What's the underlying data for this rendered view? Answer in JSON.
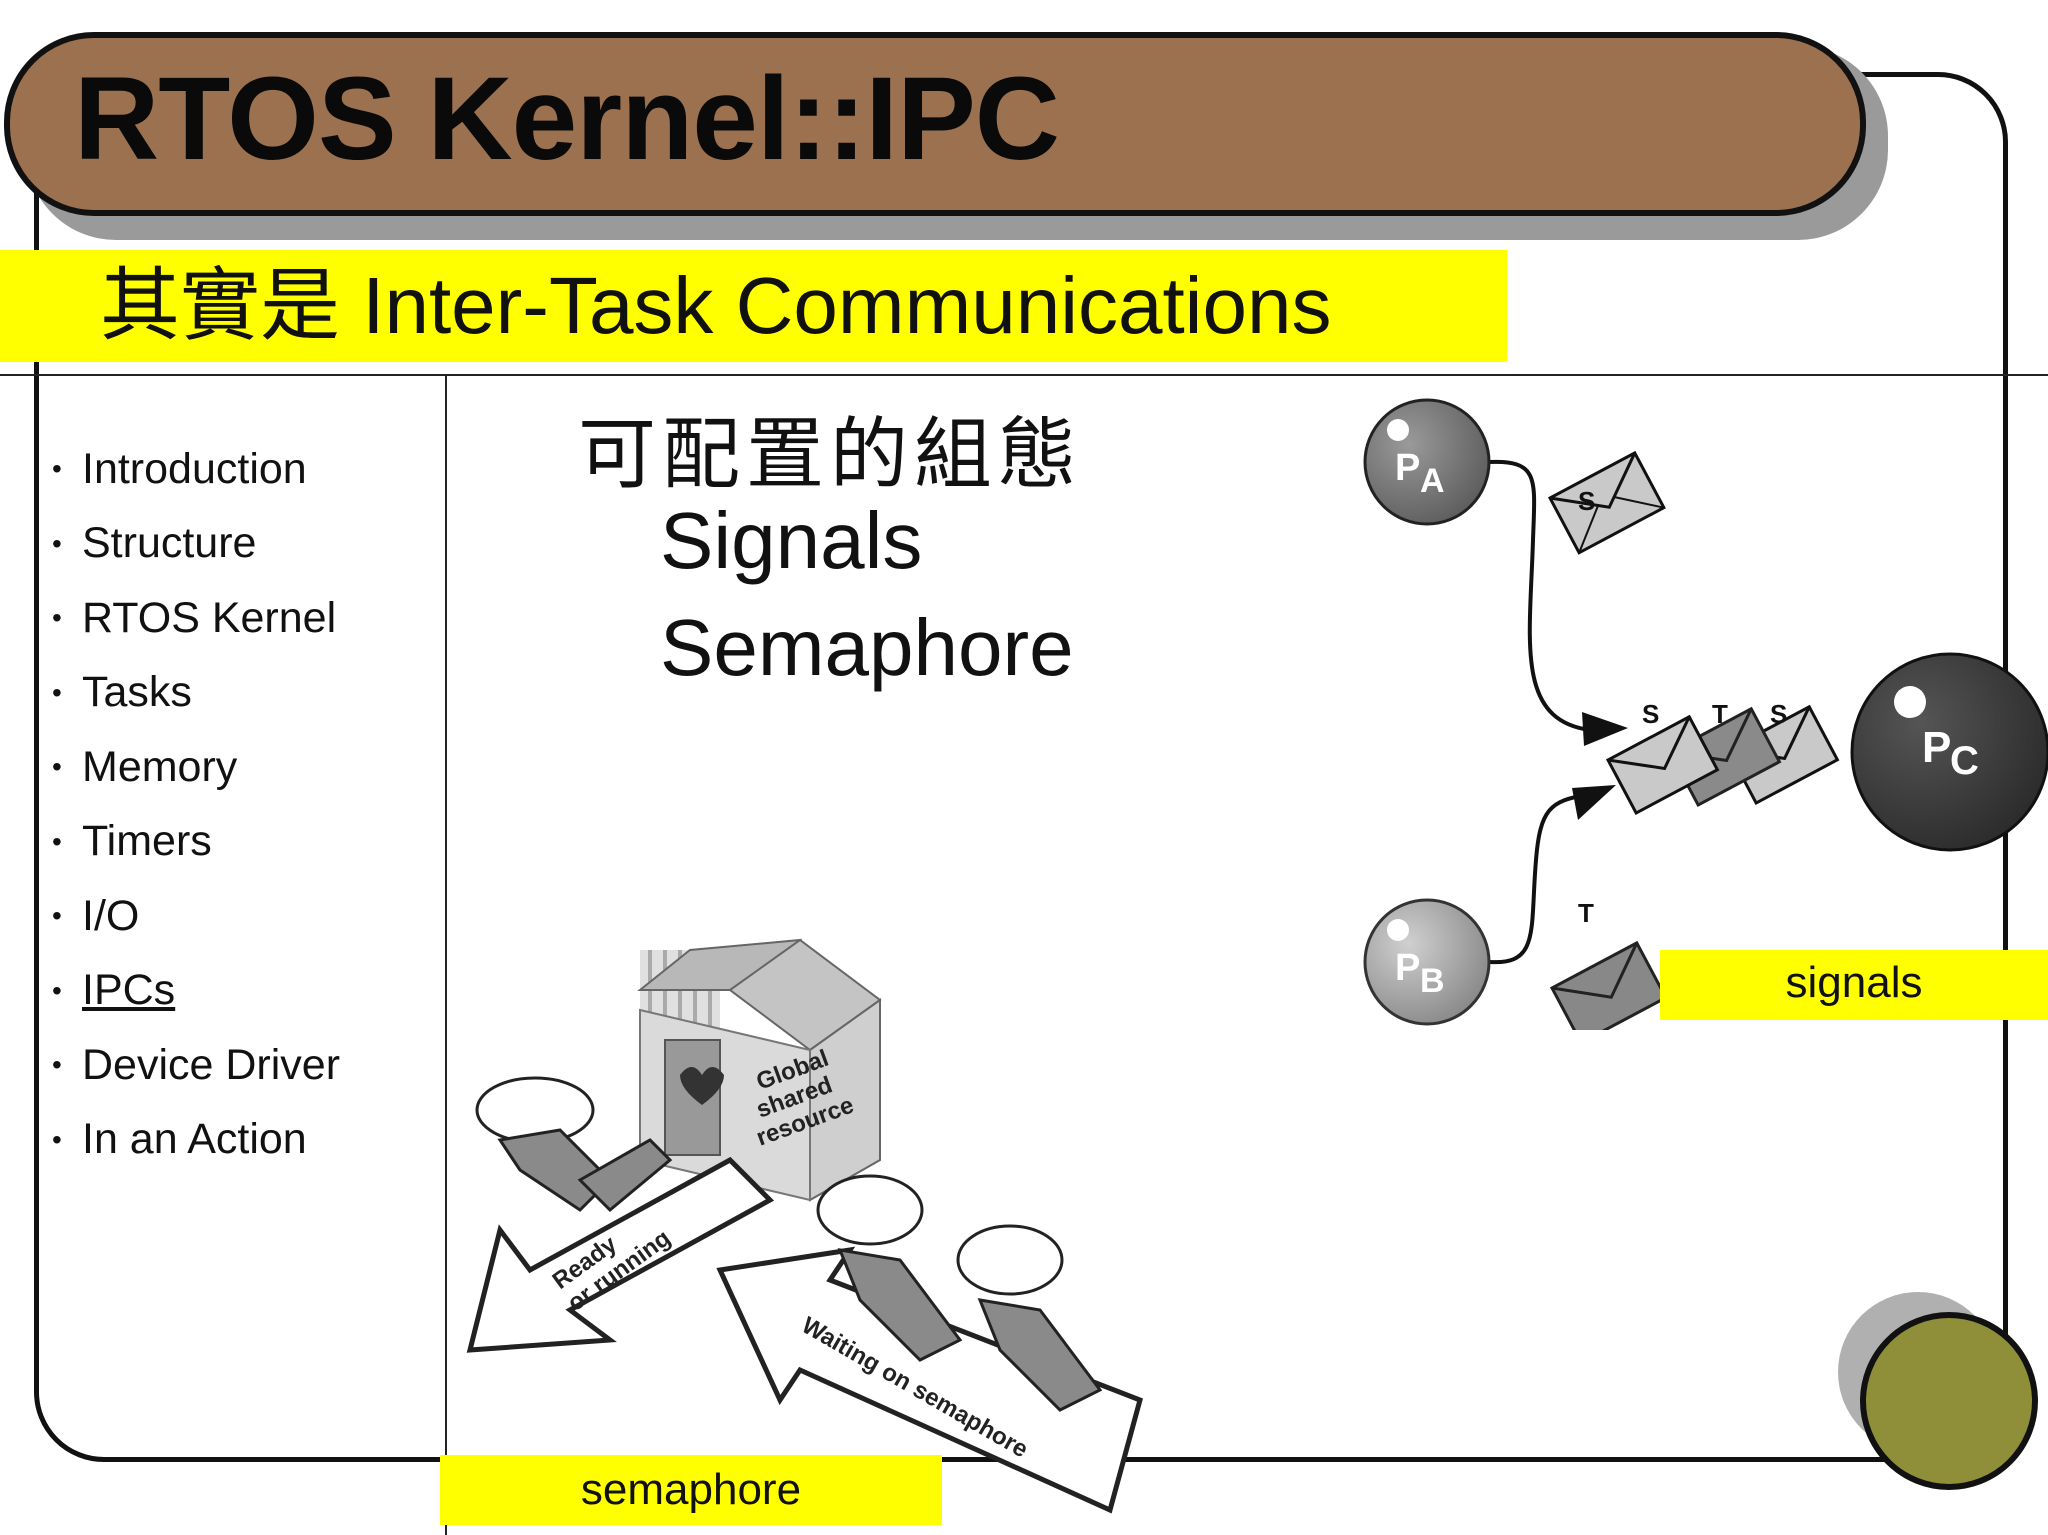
{
  "slide": {
    "title": "RTOS Kernel::IPC",
    "subtitle": "其實是 Inter-Task Communications"
  },
  "sidebar": {
    "items": [
      {
        "label": "Introduction",
        "active": false
      },
      {
        "label": "Structure",
        "active": false
      },
      {
        "label": "RTOS Kernel",
        "active": false
      },
      {
        "label": "Tasks",
        "active": false
      },
      {
        "label": "Memory",
        "active": false
      },
      {
        "label": "Timers",
        "active": false
      },
      {
        "label": "I/O",
        "active": false
      },
      {
        "label": "IPCs",
        "active": true
      },
      {
        "label": "Device Driver",
        "active": false
      },
      {
        "label": "In an Action",
        "active": false
      }
    ],
    "bullet": "•"
  },
  "main": {
    "heading": "可配置的組態",
    "items": [
      "Signals",
      "Semaphore"
    ]
  },
  "signals_diagram": {
    "process_a": {
      "letter": "P",
      "sub": "A"
    },
    "process_b": {
      "letter": "P",
      "sub": "B"
    },
    "process_c": {
      "letter": "P",
      "sub": "C"
    },
    "envelope_labels": {
      "from_a": "S",
      "from_b": "T",
      "queue": [
        "S",
        "T",
        "S"
      ]
    },
    "caption": "signals"
  },
  "semaphore_illustration": {
    "resource_label": [
      "Global",
      "shared",
      "resource"
    ],
    "arrow_left_label": [
      "Ready",
      "or running"
    ],
    "arrow_right_label": "Waiting on semaphore",
    "caption": "semaphore"
  },
  "colors": {
    "title_banner": "#9b7150",
    "highlight": "#ffff00",
    "deco_circle": "#8f8f3a"
  }
}
